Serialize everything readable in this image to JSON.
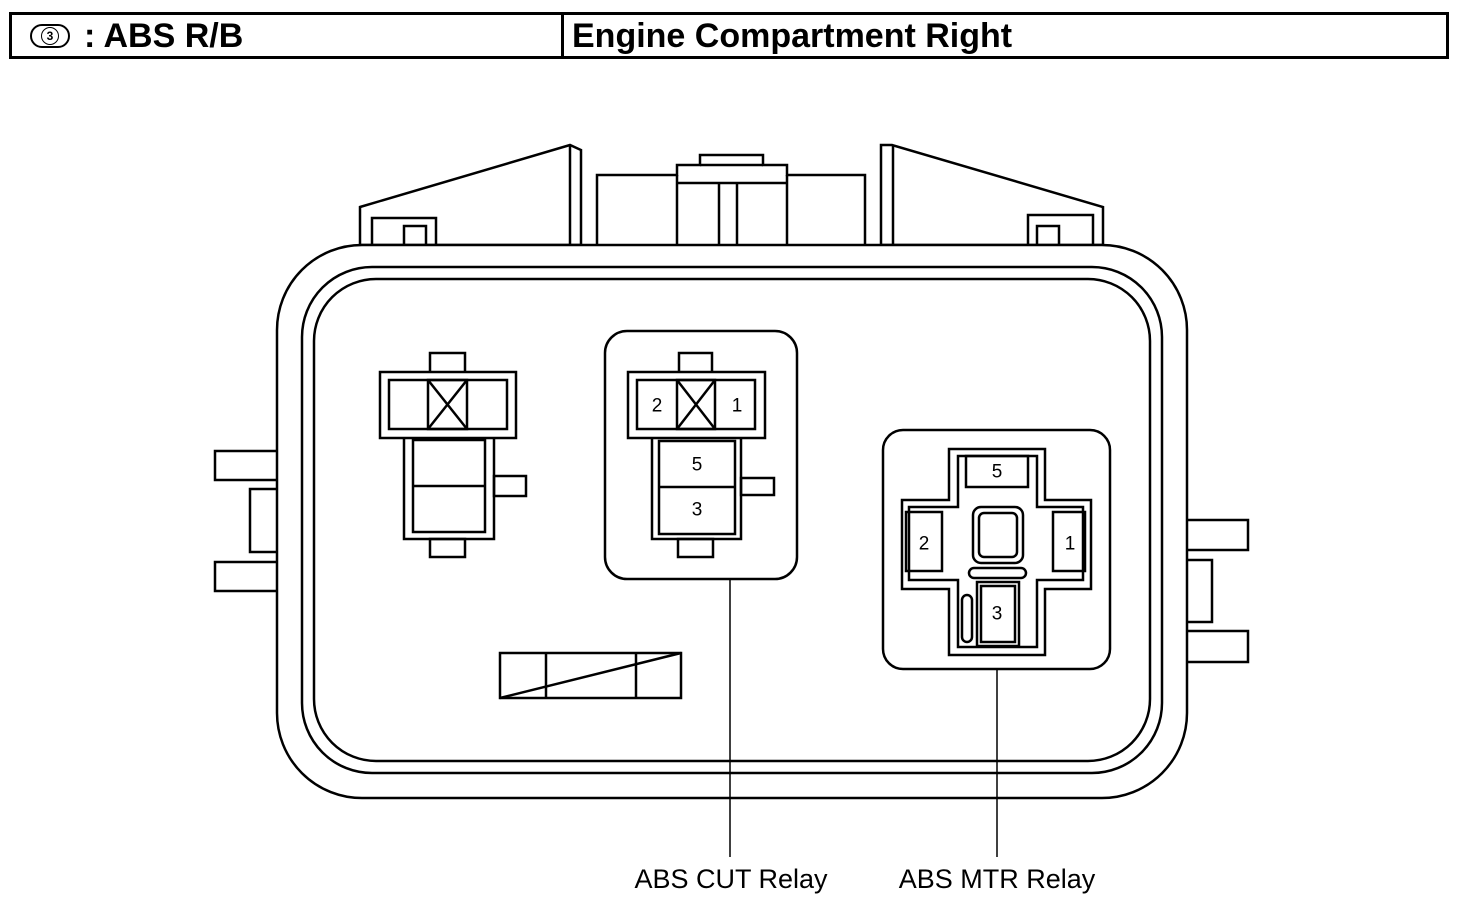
{
  "header": {
    "badge_number": "3",
    "left_title": ": ABS R/B",
    "right_title": "Engine Compartment Right"
  },
  "relays": {
    "abs_cut": {
      "caption": "ABS CUT Relay",
      "pins": {
        "p2": "2",
        "p1": "1",
        "p5": "5",
        "p3": "3"
      }
    },
    "abs_mtr": {
      "caption": "ABS MTR Relay",
      "pins": {
        "p5": "5",
        "p2": "2",
        "p1": "1",
        "p3": "3"
      }
    }
  }
}
